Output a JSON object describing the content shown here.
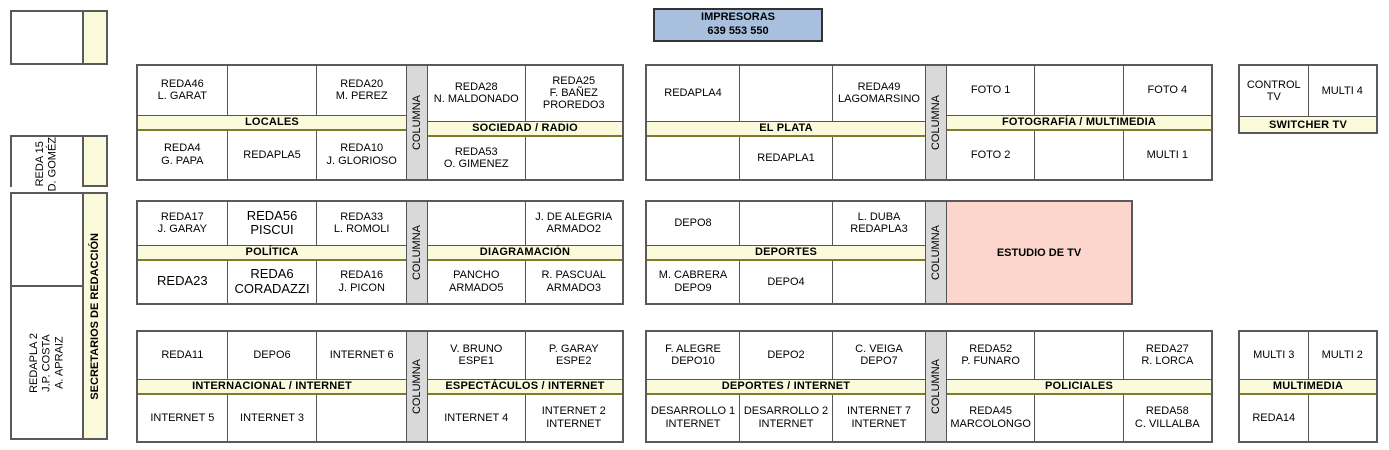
{
  "printers": {
    "title": "IMPRESORAS",
    "numbers": "639  553  550"
  },
  "colors": {
    "band_yellow": "#FBFBDC",
    "band_border": "#7E7B2E",
    "columna_gray": "#D9D9D9",
    "studio_pink": "#FCD5CD",
    "printers_blue": "#A8C0DE",
    "outline": "#5A5A5A"
  },
  "columna_label": "COLUMNA",
  "top_left_empty": {
    "label": ""
  },
  "secretaries": {
    "vertical_label": "SECRETARIOS DE REDACCIÓN",
    "upper": [
      "REDA 15\nD. GOMÉZ",
      ""
    ],
    "lower": [
      "",
      "REDAPLA 2\nJ.P. COSTA\nA. APRAIZ"
    ]
  },
  "blocks": [
    {
      "id": "locales-sociedad",
      "left": {
        "band": "LOCALES",
        "top": [
          "REDA46\nL. GARAT",
          "",
          "REDA20\nM. PEREZ"
        ],
        "bottom": [
          "REDA4\nG. PAPA",
          "REDAPLA5",
          "REDA10\nJ. GLORIOSO"
        ]
      },
      "right": {
        "band": "SOCIEDAD / RADIO",
        "top": [
          "REDA28\nN. MALDONADO",
          "REDA25\nF. BAÑEZ\nPROREDO3"
        ],
        "bottom": [
          "REDA53\nO. GIMENEZ",
          ""
        ]
      }
    },
    {
      "id": "elplata-fotografia",
      "left": {
        "band": "EL PLATA",
        "top": [
          "REDAPLA4",
          "",
          "REDA49\nLAGOMARSINO"
        ],
        "bottom": [
          "",
          "REDAPLA1",
          ""
        ]
      },
      "right": {
        "band": "FOTOGRAFÍA / MULTIMEDIA",
        "top": [
          "FOTO 1",
          "",
          "FOTO 4"
        ],
        "bottom": [
          "FOTO 2",
          "",
          "MULTI 1"
        ]
      }
    },
    {
      "id": "switcher-tv",
      "band": "SWITCHER TV",
      "top": [
        "CONTROL TV",
        "MULTI 4"
      ]
    },
    {
      "id": "politica-diagramacion",
      "left": {
        "band": "POLÍTICA",
        "top": [
          "REDA17\nJ. GARAY",
          "REDA56\nPISCUI",
          "REDA33\nL. ROMOLI"
        ],
        "bottom": [
          "REDA23",
          "REDA6\nCORADAZZI",
          "REDA16\nJ. PICON"
        ]
      },
      "right": {
        "band": "DIAGRAMACIÓN",
        "top": [
          "",
          "J. DE ALEGRIA\nARMADO2"
        ],
        "bottom": [
          "PANCHO\nARMADO5",
          "R. PASCUAL\nARMADO3"
        ]
      }
    },
    {
      "id": "deportes-estudio",
      "left": {
        "band": "DEPORTES",
        "top": [
          "DEPO8",
          "",
          "L. DUBA\nREDAPLA3"
        ],
        "bottom": [
          "M. CABRERA\nDEPO9",
          "DEPO4",
          ""
        ]
      },
      "studio": "ESTUDIO DE TV"
    },
    {
      "id": "internacional-espectaculos",
      "left": {
        "band": "INTERNACIONAL / INTERNET",
        "top": [
          "REDA11",
          "DEPO6",
          "INTERNET 6"
        ],
        "bottom": [
          "INTERNET 5",
          "INTERNET 3",
          ""
        ]
      },
      "right": {
        "band": "ESPECTÁCULOS / INTERNET",
        "top": [
          "V. BRUNO\nESPE1",
          "P. GARAY\nESPE2"
        ],
        "bottom": [
          "INTERNET 4",
          "INTERNET 2\nINTERNET"
        ]
      }
    },
    {
      "id": "deportes-internet-policiales",
      "left": {
        "band": "DEPORTES / INTERNET",
        "top": [
          "F. ALEGRE\nDEPO10",
          "DEPO2",
          "C. VEIGA\nDEPO7"
        ],
        "bottom": [
          "DESARROLLO 1\nINTERNET",
          "DESARROLLO 2\nINTERNET",
          "INTERNET 7\nINTERNET"
        ]
      },
      "right": {
        "band": "POLICIALES",
        "top": [
          "REDA52\nP. FUNARO",
          "",
          "REDA27\nR. LORCA"
        ],
        "bottom": [
          "REDA45\nMARCOLONGO",
          "",
          "REDA58\nC. VILLALBA"
        ]
      }
    },
    {
      "id": "multimedia",
      "band": "MULTIMEDIA",
      "top": [
        "MULTI 3",
        "MULTI 2"
      ],
      "bottom": [
        "REDA14",
        ""
      ]
    }
  ]
}
